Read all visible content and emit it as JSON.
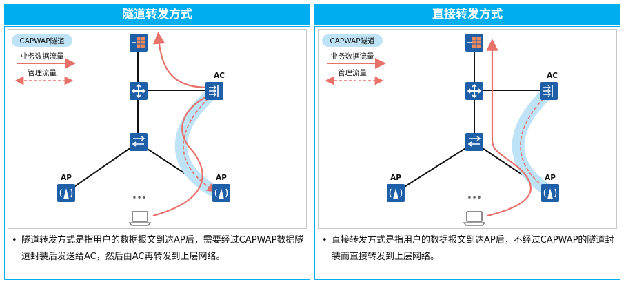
{
  "left": {
    "title": "隧道转发方式",
    "legend": {
      "tunnel": "CAPWAP隧道",
      "data_flow": "业务数据流量",
      "mgmt_flow": "管理流量"
    },
    "labels": {
      "ac": "AC",
      "ap_left": "AP",
      "ap_right": "AP",
      "dots": "•••"
    },
    "description": "隧道转发方式是指用户的数据报文到达AP后，需要经过CAPWAP数据隧道封装后发送给AC，然后由AC再转发到上层网络。"
  },
  "right": {
    "title": "直接转发方式",
    "legend": {
      "tunnel": "CAPWAP隧道",
      "data_flow": "业务数据流量",
      "mgmt_flow": "管理流量"
    },
    "labels": {
      "ac": "AC",
      "ap_left": "AP",
      "ap_right": "AP",
      "dots": "•••"
    },
    "description": "直接转发方式是指用户的数据报文到达AP后，不经过CAPWAP的隧道封装而直接转发到上层网络。"
  },
  "bullet": "•",
  "colors": {
    "header": "#00aeef",
    "device": "#1f5fa8",
    "tunnel": "#bfe3f6",
    "data_flow": "#e8716a",
    "mgmt_flow": "#e8716a",
    "link": "#111111"
  },
  "icons": [
    "firewall-icon",
    "router-icon",
    "switch-icon",
    "ac-icon",
    "ap-icon",
    "laptop-icon"
  ]
}
